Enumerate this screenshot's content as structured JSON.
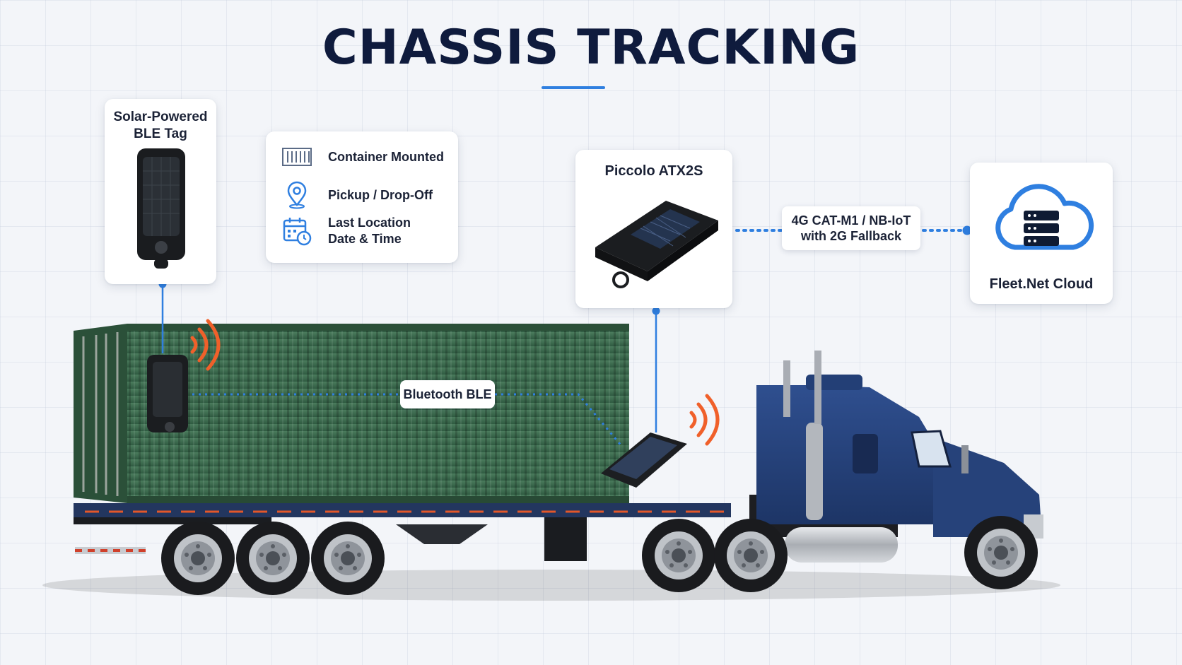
{
  "title": "CHASSIS TRACKING",
  "ble_tag_card": {
    "title_line1": "Solar-Powered",
    "title_line2": "BLE Tag"
  },
  "features": [
    {
      "icon": "container-icon",
      "label": "Container Mounted"
    },
    {
      "icon": "location-pin-icon",
      "label": "Pickup / Drop-Off"
    },
    {
      "icon": "calendar-clock-icon",
      "label_line1": "Last Location",
      "label_line2": "Date & Time"
    }
  ],
  "tracker_card": {
    "title": "Piccolo ATX2S"
  },
  "network_pill": {
    "line1": "4G CAT-M1 / NB-IoT",
    "line2": "with 2G Fallback"
  },
  "cloud_card": {
    "title": "Fleet.Net Cloud"
  },
  "ble_link_label": "Bluetooth BLE",
  "colors": {
    "accent_blue": "#2f7fe0",
    "title_navy": "#0f1b3d",
    "container_green": "#3a6a4c",
    "truck_blue": "#25427c",
    "signal_orange": "#f0602a"
  }
}
